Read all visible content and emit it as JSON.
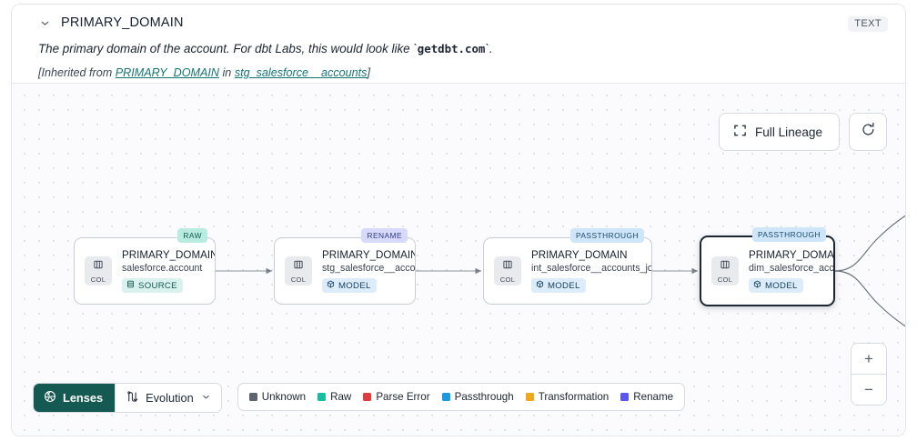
{
  "header": {
    "chevron_icon": "chevron-down-icon",
    "title": "PRIMARY_DOMAIN",
    "type_badge": "TEXT",
    "description_prefix": "The primary domain of the account. For dbt Labs, this would look like `",
    "description_code": "getdbt.com",
    "description_suffix": "`.",
    "inherited_prefix": "[Inherited from ",
    "inherited_link_column": "PRIMARY_DOMAIN",
    "inherited_middle": " in ",
    "inherited_link_table": "stg_salesforce__accounts",
    "inherited_suffix": "]"
  },
  "controls": {
    "full_lineage_label": "Full Lineage",
    "full_lineage_icon": "expand-icon",
    "refresh_icon": "refresh-icon",
    "zoom_in_label": "+",
    "zoom_out_label": "−"
  },
  "graph": {
    "nodes": [
      {
        "tag": "RAW",
        "tag_style": "raw",
        "chip_label": "COL",
        "column": "PRIMARY_DOMAIN__C",
        "table": "salesforce.account",
        "kind": "SOURCE",
        "kind_style": "source",
        "kind_icon": "database-icon",
        "selected": false
      },
      {
        "tag": "RENAME",
        "tag_style": "rename",
        "chip_label": "COL",
        "column": "PRIMARY_DOMAIN",
        "table": "stg_salesforce__accounts",
        "kind": "MODEL",
        "kind_style": "model",
        "kind_icon": "cube-icon",
        "selected": false
      },
      {
        "tag": "PASSTHROUGH",
        "tag_style": "pass",
        "chip_label": "COL",
        "column": "PRIMARY_DOMAIN",
        "table": "int_salesforce__accounts_joined",
        "kind": "MODEL",
        "kind_style": "model",
        "kind_icon": "cube-icon",
        "selected": false
      },
      {
        "tag": "PASSTHROUGH",
        "tag_style": "pass",
        "chip_label": "COL",
        "column": "PRIMARY_DOMAIN",
        "table": "dim_salesforce_accounts",
        "kind": "MODEL",
        "kind_style": "model",
        "kind_icon": "cube-icon",
        "selected": true
      }
    ]
  },
  "toolbar": {
    "lenses_label": "Lenses",
    "lenses_icon": "aperture-icon",
    "evolution_label": "Evolution",
    "evolution_icon": "evolution-icon",
    "evolution_chevron": "chevron-down-icon"
  },
  "legend": {
    "items": [
      {
        "label": "Unknown",
        "color": "#5d6570"
      },
      {
        "label": "Raw",
        "color": "#16bf9e"
      },
      {
        "label": "Parse Error",
        "color": "#e33b3b"
      },
      {
        "label": "Passthrough",
        "color": "#1b9ae0"
      },
      {
        "label": "Transformation",
        "color": "#f0a81b"
      },
      {
        "label": "Rename",
        "color": "#5a55ec"
      }
    ]
  }
}
